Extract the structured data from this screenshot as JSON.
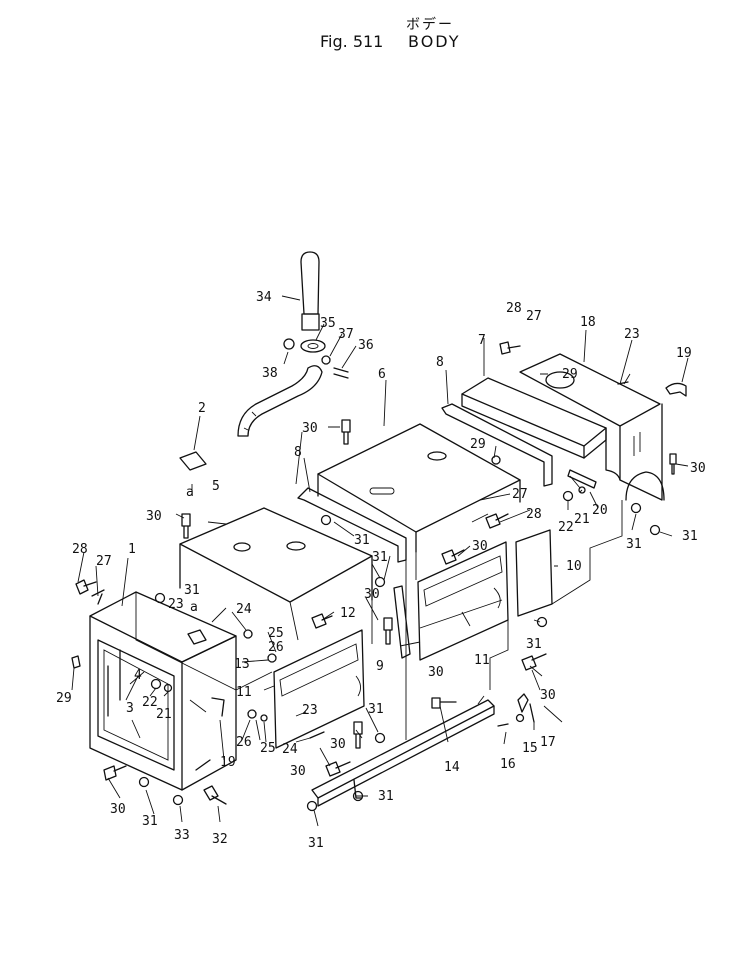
{
  "header": {
    "kana": "ボデー",
    "fig": "Fig. 511",
    "name": "BODY"
  },
  "callouts": [
    {
      "id": "c1",
      "text": "1"
    },
    {
      "id": "c2",
      "text": "2"
    },
    {
      "id": "c3",
      "text": "3"
    },
    {
      "id": "c4",
      "text": "4"
    },
    {
      "id": "c5",
      "text": "5"
    },
    {
      "id": "c6",
      "text": "6"
    },
    {
      "id": "c7",
      "text": "7"
    },
    {
      "id": "c8a",
      "text": "8"
    },
    {
      "id": "c8b",
      "text": "8"
    },
    {
      "id": "c9",
      "text": "9"
    },
    {
      "id": "c10",
      "text": "10"
    },
    {
      "id": "c11a",
      "text": "11"
    },
    {
      "id": "c11b",
      "text": "11"
    },
    {
      "id": "c12",
      "text": "12"
    },
    {
      "id": "c13",
      "text": "13"
    },
    {
      "id": "c14",
      "text": "14"
    },
    {
      "id": "c15",
      "text": "15"
    },
    {
      "id": "c16",
      "text": "16"
    },
    {
      "id": "c17",
      "text": "17"
    },
    {
      "id": "c18",
      "text": "18"
    },
    {
      "id": "c19a",
      "text": "19"
    },
    {
      "id": "c19b",
      "text": "19"
    },
    {
      "id": "c20",
      "text": "20"
    },
    {
      "id": "c21a",
      "text": "21"
    },
    {
      "id": "c21b",
      "text": "21"
    },
    {
      "id": "c22a",
      "text": "22"
    },
    {
      "id": "c22b",
      "text": "22"
    },
    {
      "id": "c23a",
      "text": "23"
    },
    {
      "id": "c23b",
      "text": "23"
    },
    {
      "id": "c23c",
      "text": "23"
    },
    {
      "id": "c24a",
      "text": "24"
    },
    {
      "id": "c24b",
      "text": "24"
    },
    {
      "id": "c25a",
      "text": "25"
    },
    {
      "id": "c25b",
      "text": "25"
    },
    {
      "id": "c26a",
      "text": "26"
    },
    {
      "id": "c26b",
      "text": "26"
    },
    {
      "id": "c27a",
      "text": "27"
    },
    {
      "id": "c27b",
      "text": "27"
    },
    {
      "id": "c27c",
      "text": "27"
    },
    {
      "id": "c28a",
      "text": "28"
    },
    {
      "id": "c28b",
      "text": "28"
    },
    {
      "id": "c28c",
      "text": "28"
    },
    {
      "id": "c29a",
      "text": "29"
    },
    {
      "id": "c29b",
      "text": "29"
    },
    {
      "id": "c29c",
      "text": "29"
    },
    {
      "id": "c30a",
      "text": "30"
    },
    {
      "id": "c30b",
      "text": "30"
    },
    {
      "id": "c30c",
      "text": "30"
    },
    {
      "id": "c30d",
      "text": "30"
    },
    {
      "id": "c30e",
      "text": "30"
    },
    {
      "id": "c30f",
      "text": "30"
    },
    {
      "id": "c30g",
      "text": "30"
    },
    {
      "id": "c30h",
      "text": "30"
    },
    {
      "id": "c30i",
      "text": "30"
    },
    {
      "id": "c30j",
      "text": "30"
    },
    {
      "id": "c31a",
      "text": "31"
    },
    {
      "id": "c31b",
      "text": "31"
    },
    {
      "id": "c31c",
      "text": "31"
    },
    {
      "id": "c31d",
      "text": "31"
    },
    {
      "id": "c31e",
      "text": "31"
    },
    {
      "id": "c31f",
      "text": "31"
    },
    {
      "id": "c31g",
      "text": "31"
    },
    {
      "id": "c31h",
      "text": "31"
    },
    {
      "id": "c31i",
      "text": "31"
    },
    {
      "id": "c31j",
      "text": "31"
    },
    {
      "id": "c32",
      "text": "32"
    },
    {
      "id": "c33",
      "text": "33"
    },
    {
      "id": "c34",
      "text": "34"
    },
    {
      "id": "c35",
      "text": "35"
    },
    {
      "id": "c36",
      "text": "36"
    },
    {
      "id": "c37",
      "text": "37"
    },
    {
      "id": "c38",
      "text": "38"
    },
    {
      "id": "ca1",
      "text": "a"
    },
    {
      "id": "ca2",
      "text": "a"
    }
  ]
}
